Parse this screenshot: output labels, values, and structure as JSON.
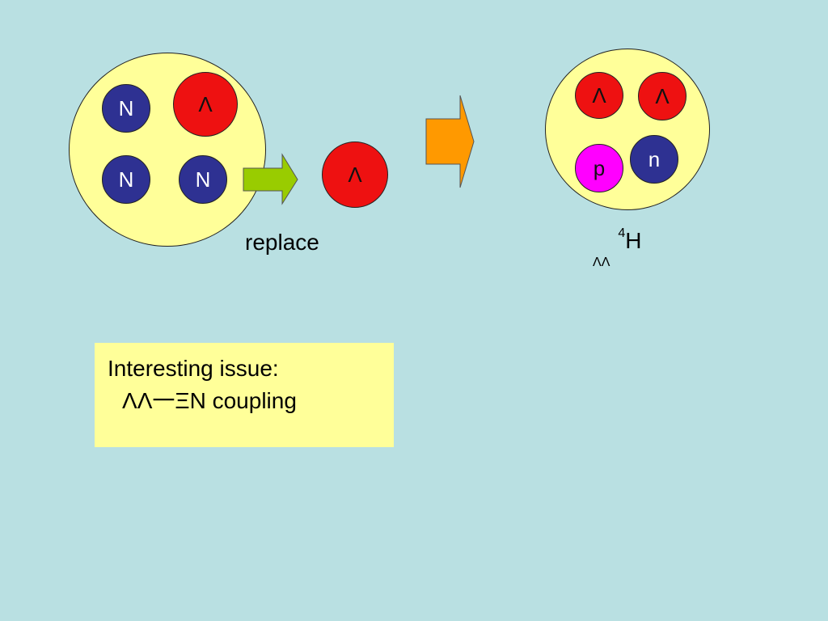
{
  "left_nucleus": {
    "particles": [
      "N",
      "Λ",
      "N",
      "N"
    ]
  },
  "incoming_particle": "Λ",
  "replace_label": "replace",
  "right_nucleus": {
    "particles": [
      "Λ",
      "Λ",
      "p",
      "n"
    ]
  },
  "hypernucleus_label": {
    "subscript": "ΛΛ",
    "superscript": "4",
    "element": "H"
  },
  "issue_box": {
    "line1": "Interesting issue:",
    "line2": "ΛΛ一ΞN coupling"
  },
  "colors": {
    "background": "#b9e0e2",
    "nucleus": "#ffff99",
    "nucleon": "#2e3192",
    "lambda": "#ee1111",
    "proton": "#ff00ff",
    "green_arrow": "#99cc00",
    "orange_arrow": "#ff9900"
  }
}
